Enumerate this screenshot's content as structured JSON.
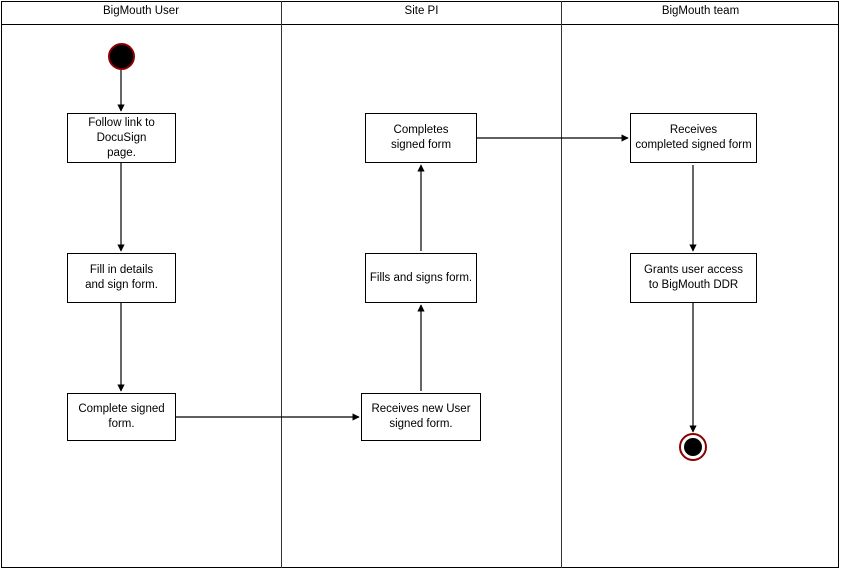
{
  "diagram": {
    "title": "BigMouth DocuSign access request activity diagram",
    "type": "swimlane-activity-diagram",
    "colors": {
      "stroke": "#000000",
      "lane_divider": "#333333",
      "terminator_ring": "#8b0000",
      "terminator_fill": "#000000",
      "background": "#ffffff"
    }
  },
  "lanes": [
    {
      "id": "lane-bigmouth-user",
      "label": "BigMouth User"
    },
    {
      "id": "lane-site-pi",
      "label": "Site PI"
    },
    {
      "id": "lane-bigmouth-team",
      "label": "BigMouth team"
    }
  ],
  "nodes": [
    {
      "id": "start",
      "lane": "lane-bigmouth-user",
      "type": "start",
      "label": ""
    },
    {
      "id": "follow-link",
      "lane": "lane-bigmouth-user",
      "type": "activity",
      "label": "Follow link to\nDocuSign\npage."
    },
    {
      "id": "fill-in-details",
      "lane": "lane-bigmouth-user",
      "type": "activity",
      "label": "Fill in details\nand sign form."
    },
    {
      "id": "complete-signed-form",
      "lane": "lane-bigmouth-user",
      "type": "activity",
      "label": "Complete signed\nform."
    },
    {
      "id": "completes-signed-form",
      "lane": "lane-site-pi",
      "type": "activity",
      "label": "Completes\nsigned form"
    },
    {
      "id": "fills-and-signs",
      "lane": "lane-site-pi",
      "type": "activity",
      "label": "Fills and signs form."
    },
    {
      "id": "receives-new-user",
      "lane": "lane-site-pi",
      "type": "activity",
      "label": "Receives new User\nsigned form."
    },
    {
      "id": "receives-completed",
      "lane": "lane-bigmouth-team",
      "type": "activity",
      "label": "Receives\ncompleted signed form"
    },
    {
      "id": "grants-access",
      "lane": "lane-bigmouth-team",
      "type": "activity",
      "label": "Grants user access\nto BigMouth DDR"
    },
    {
      "id": "end",
      "lane": "lane-bigmouth-team",
      "type": "end",
      "label": ""
    }
  ],
  "edges": [
    {
      "id": "edge-start-to-follow-link",
      "from": "start",
      "to": "follow-link",
      "direction": "down"
    },
    {
      "id": "edge-follow-link-to-fill-in-details",
      "from": "follow-link",
      "to": "fill-in-details",
      "direction": "down"
    },
    {
      "id": "edge-fill-in-details-to-complete-signed-form",
      "from": "fill-in-details",
      "to": "complete-signed-form",
      "direction": "down"
    },
    {
      "id": "edge-complete-signed-form-to-receives-new-user",
      "from": "complete-signed-form",
      "to": "receives-new-user",
      "direction": "right"
    },
    {
      "id": "edge-receives-new-user-to-fills-and-signs",
      "from": "receives-new-user",
      "to": "fills-and-signs",
      "direction": "up"
    },
    {
      "id": "edge-fills-and-signs-to-completes-signed-form",
      "from": "fills-and-signs",
      "to": "completes-signed-form",
      "direction": "up"
    },
    {
      "id": "edge-completes-signed-form-to-receives-completed",
      "from": "completes-signed-form",
      "to": "receives-completed",
      "direction": "right"
    },
    {
      "id": "edge-receives-completed-to-grants-access",
      "from": "receives-completed",
      "to": "grants-access",
      "direction": "down"
    },
    {
      "id": "edge-grants-access-to-end",
      "from": "grants-access",
      "to": "end",
      "direction": "down"
    }
  ]
}
